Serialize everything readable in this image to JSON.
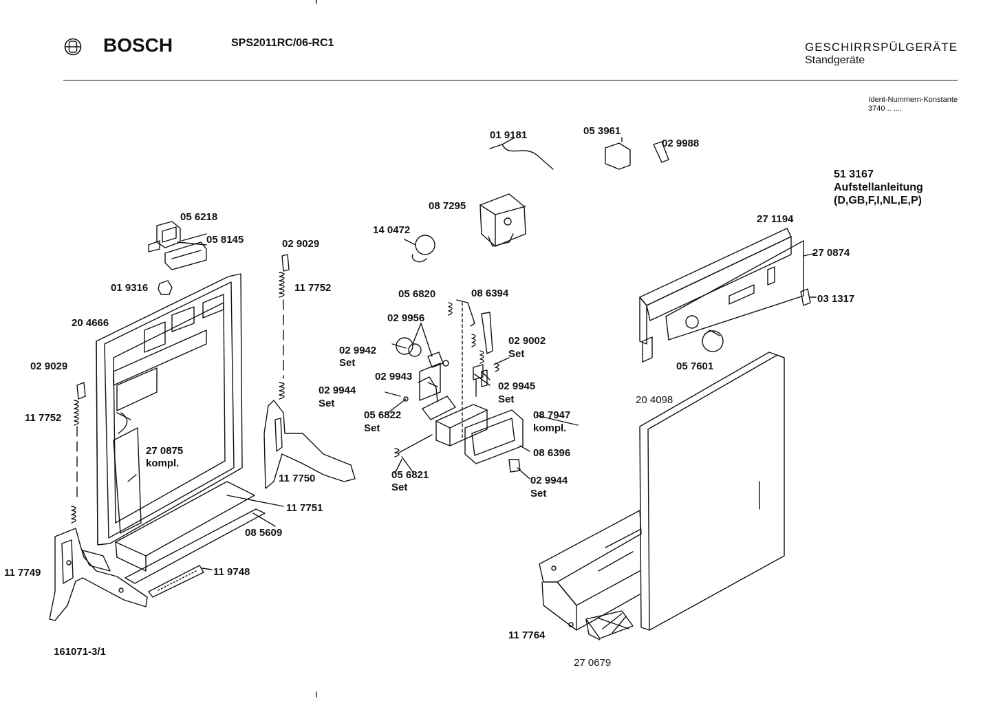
{
  "header": {
    "brand": "BOSCH",
    "model": "SPS2011RC/06-RC1",
    "category": "GESCHIRRSPÜLGERÄTE",
    "subcategory": "Standgeräte",
    "ident_title": "Ident-Nummern-Konstante",
    "ident_value": "3740  ..  ....",
    "logo_icon": "bosch-armature-logo"
  },
  "document_number": "161071-3/1",
  "note": {
    "number": "51 3167",
    "title": "Aufstellanleitung",
    "languages": "(D,GB,F,I,NL,E,P)"
  },
  "parts": [
    {
      "id": "p019181",
      "text": "01 9181",
      "bold": true
    },
    {
      "id": "p053961",
      "text": "05 3961",
      "bold": true
    },
    {
      "id": "p029988",
      "text": "02 9988",
      "bold": true
    },
    {
      "id": "p087295",
      "text": "08 7295",
      "bold": true
    },
    {
      "id": "p140472",
      "text": "14 0472",
      "bold": true
    },
    {
      "id": "p056218",
      "text": "05 6218",
      "bold": true
    },
    {
      "id": "p058145",
      "text": "05 8145",
      "bold": true
    },
    {
      "id": "p029029a",
      "text": "02 9029",
      "bold": true
    },
    {
      "id": "p117752a",
      "text": "11 7752",
      "bold": true
    },
    {
      "id": "p019316",
      "text": "01 9316",
      "bold": true
    },
    {
      "id": "p204666",
      "text": "20 4666",
      "bold": true
    },
    {
      "id": "p029029b",
      "text": "02 9029",
      "bold": true
    },
    {
      "id": "p117752b",
      "text": "11 7752",
      "bold": true
    },
    {
      "id": "p270875",
      "text": "27 0875",
      "bold": true
    },
    {
      "id": "p270875k",
      "text": "kompl.",
      "bold": true
    },
    {
      "id": "p117750",
      "text": "11 7750",
      "bold": true
    },
    {
      "id": "p117751",
      "text": "11 7751",
      "bold": true
    },
    {
      "id": "p085609",
      "text": "08 5609",
      "bold": true
    },
    {
      "id": "p117749",
      "text": "11 7749",
      "bold": true
    },
    {
      "id": "p119748",
      "text": "11 9748",
      "bold": true
    },
    {
      "id": "p056820",
      "text": "05 6820",
      "bold": true
    },
    {
      "id": "p086394",
      "text": "08 6394",
      "bold": true
    },
    {
      "id": "p029956",
      "text": "02 9956",
      "bold": true
    },
    {
      "id": "p029942",
      "text": "02 9942",
      "bold": true
    },
    {
      "id": "p029942s",
      "text": "Set",
      "bold": true
    },
    {
      "id": "p029002",
      "text": "02 9002",
      "bold": true
    },
    {
      "id": "p029002s",
      "text": "Set",
      "bold": true
    },
    {
      "id": "p029943",
      "text": "02 9943",
      "bold": true
    },
    {
      "id": "p029945",
      "text": "02 9945",
      "bold": true
    },
    {
      "id": "p029945s",
      "text": "Set",
      "bold": true
    },
    {
      "id": "p029944a",
      "text": "02 9944",
      "bold": true
    },
    {
      "id": "p029944as",
      "text": "Set",
      "bold": true
    },
    {
      "id": "p056822",
      "text": "05 6822",
      "bold": true
    },
    {
      "id": "p056822s",
      "text": "Set",
      "bold": true
    },
    {
      "id": "p087947",
      "text": "08 7947",
      "bold": true
    },
    {
      "id": "p087947k",
      "text": "kompl.",
      "bold": true
    },
    {
      "id": "p086396",
      "text": "08 6396",
      "bold": true
    },
    {
      "id": "p056821",
      "text": "05 6821",
      "bold": true
    },
    {
      "id": "p056821s",
      "text": "Set",
      "bold": true
    },
    {
      "id": "p029944b",
      "text": "02 9944",
      "bold": true
    },
    {
      "id": "p029944bs",
      "text": "Set",
      "bold": true
    },
    {
      "id": "p271194",
      "text": "27 1194",
      "bold": true
    },
    {
      "id": "p270874",
      "text": "27 0874",
      "bold": true
    },
    {
      "id": "p031317",
      "text": "03 1317",
      "bold": true
    },
    {
      "id": "p057601",
      "text": "05 7601",
      "bold": true
    },
    {
      "id": "p204098",
      "text": "20 4098",
      "bold": false
    },
    {
      "id": "p117764",
      "text": "11 7764",
      "bold": true
    },
    {
      "id": "p270679",
      "text": "27 0679",
      "bold": false
    }
  ]
}
